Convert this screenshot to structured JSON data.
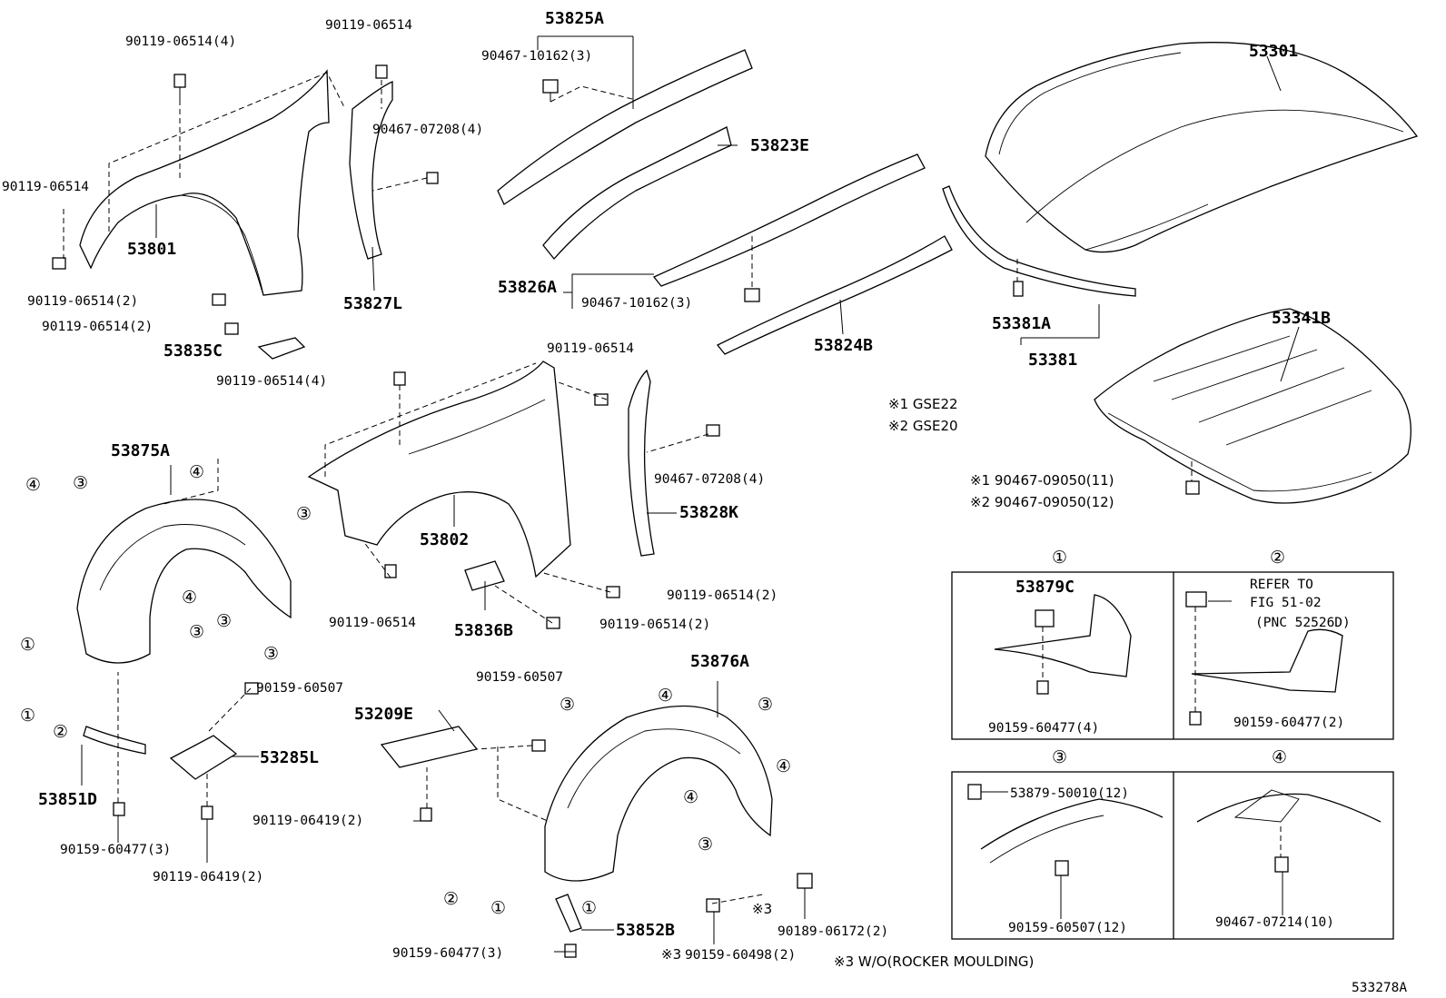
{
  "labels": {
    "l1": "90119-06514(4)",
    "l2": "90119-06514",
    "l3": "53825A",
    "l4": "90467-10162(3)",
    "l5": "53301",
    "l6": "90467-07208(4)",
    "l7": "53823E",
    "l8": "90119-06514",
    "l9": "53801",
    "l10": "53827L",
    "l11": "53826A",
    "l12": "90467-10162(3)",
    "l13": "90119-06514(2)",
    "l14": "90119-06514(2)",
    "l15": "53835C",
    "l16": "53381A",
    "l17": "53824B",
    "l18": "53381",
    "l19": "53341B",
    "l20": "90119-06514",
    "l21": "90119-06514(4)",
    "l22": "53875A",
    "l23": "90467-07208(4)",
    "l24": "53802",
    "l25": "53828K",
    "l26": "90119-06514(2)",
    "l27": "90119-06514",
    "l28": "90119-06514(2)",
    "l29": "53836B",
    "l30": "90159-60507",
    "l31": "90159-60507",
    "l32": "53876A",
    "l33": "53209E",
    "l34": "53285L",
    "l35": "53851D",
    "l36": "90119-06419(2)",
    "l37": "90159-60477(3)",
    "l38": "90119-06419(2)",
    "l39": "53852B",
    "l40": "90159-60477(3)",
    "l41": "90159-60498(2)",
    "l42": "90189-06172(2)",
    "l43": "※3",
    "l44": "※3",
    "l45": "533278A"
  },
  "notes": {
    "gse22": "※1 GSE22",
    "gse20": "※2 GSE20",
    "bolt1": "※1 90467-09050(11)",
    "bolt2": "※2 90467-09050(12)",
    "rocker": "※3 W/O(ROCKER MOULDING)"
  },
  "detail_boxes": {
    "box1": {
      "num": "①",
      "part": "53879C",
      "bolt": "90159-60477(4)"
    },
    "box2": {
      "num": "②",
      "refer1": "REFER TO",
      "refer2": "FIG 51-02",
      "refer3": "(PNC 52526D)",
      "bolt": "90159-60477(2)"
    },
    "box3": {
      "num": "③",
      "part": "53879-50010(12)",
      "bolt": "90159-60507(12)"
    },
    "box4": {
      "num": "④",
      "part": "90467-07214(10)"
    }
  },
  "callouts": {
    "one": "①",
    "two": "②",
    "three": "③",
    "four": "④"
  }
}
